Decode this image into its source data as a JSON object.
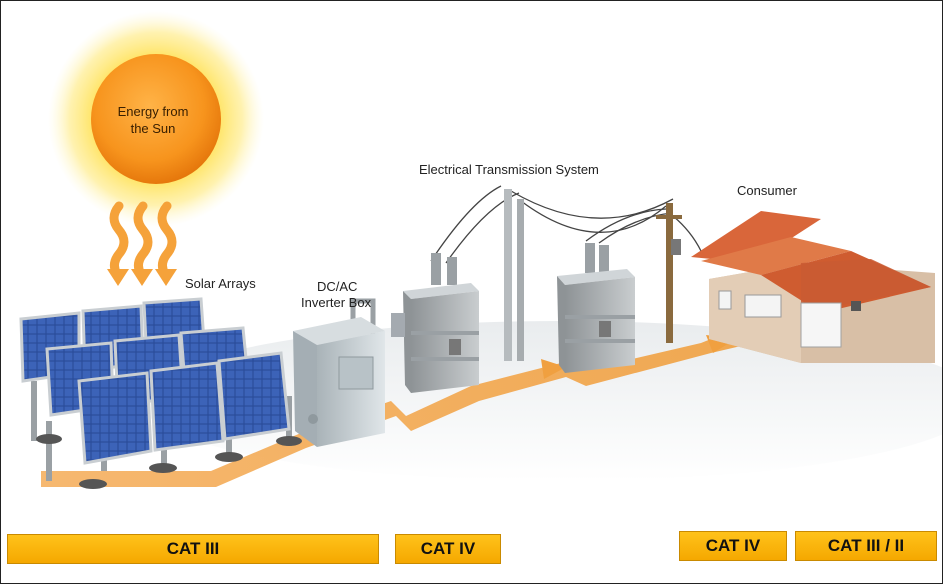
{
  "labels": {
    "sun": [
      "Energy from",
      "the Sun"
    ],
    "solar_arrays": "Solar Arrays",
    "inverter": [
      "DC/AC",
      "Inverter Box"
    ],
    "transmission": "Electrical Transmission System",
    "consumer": "Consumer"
  },
  "categories": [
    {
      "label": "CAT III"
    },
    {
      "label": "CAT IV"
    },
    {
      "label": "CAT IV"
    },
    {
      "label": "CAT III / II"
    }
  ],
  "colors": {
    "category_bar": "#f5b400",
    "energy_flow": "#f0a040",
    "sun": "#f7941d",
    "panel": "#1f3f8f",
    "roof": "#d9663a"
  }
}
